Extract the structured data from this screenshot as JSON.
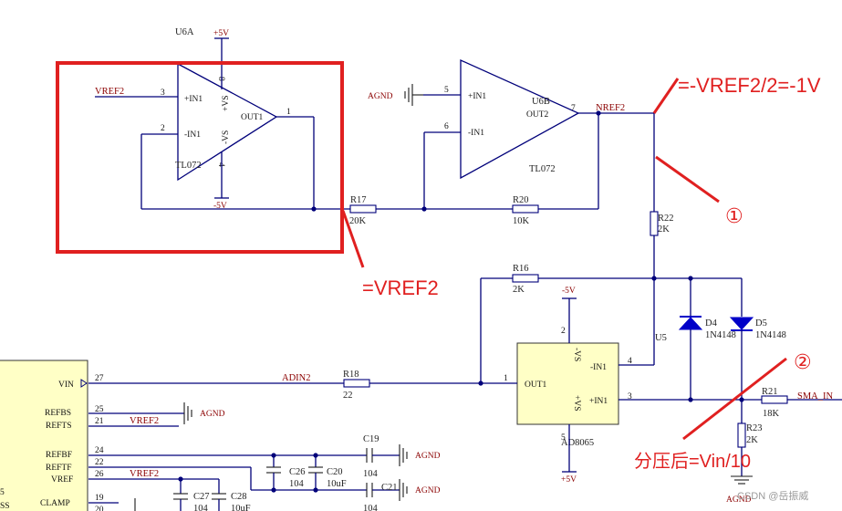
{
  "components": {
    "u6a": {
      "designator": "U6A",
      "part": "TL072",
      "pins": {
        "in_p_num": "3",
        "in_p": "+IN1",
        "in_n_num": "2",
        "in_n": "-IN1",
        "out_num": "1",
        "out": "OUT1",
        "vp_num": "8",
        "vp": "+VS",
        "vn_num": "4",
        "vn": "-VS"
      }
    },
    "u6b": {
      "designator": "U6B",
      "part": "TL072",
      "pins": {
        "in_p_num": "5",
        "in_p": "+IN1",
        "in_n_num": "6",
        "in_n": "-IN1",
        "out_num": "7",
        "out": "OUT2"
      }
    },
    "u5": {
      "designator": "U5",
      "part": "AD8065",
      "pins": {
        "out_num": "1",
        "out": "OUT1",
        "in_n_num": "4",
        "in_n": "-IN1",
        "in_p_num": "3",
        "in_p": "+IN1",
        "vn_num": "2",
        "vn": "-VS",
        "vp_num": "5",
        "vp": "+VS"
      }
    },
    "r17": {
      "designator": "R17",
      "value": "20K"
    },
    "r20": {
      "designator": "R20",
      "value": "10K"
    },
    "r22": {
      "designator": "R22",
      "value": "2K"
    },
    "r16": {
      "designator": "R16",
      "value": "2K"
    },
    "r18": {
      "designator": "R18",
      "value": "22"
    },
    "r21": {
      "designator": "R21",
      "value": "18K"
    },
    "r23": {
      "designator": "R23",
      "value": "2K"
    },
    "d4": {
      "designator": "D4",
      "part": "1N4148"
    },
    "d5": {
      "designator": "D5",
      "part": "1N4148"
    },
    "c19": {
      "designator": "C19",
      "value": "104"
    },
    "c20": {
      "designator": "C20",
      "value": "10uF"
    },
    "c21": {
      "designator": "C21",
      "value": "104"
    },
    "c26": {
      "designator": "C26",
      "value": "104"
    },
    "c27": {
      "designator": "C27",
      "value": "104"
    },
    "c28": {
      "designator": "C28",
      "value": "10uF"
    }
  },
  "power": {
    "p5v": "+5V",
    "m5v": "-5V",
    "agnd": "AGND",
    "agnd_trunc": "AGND"
  },
  "nets": {
    "vref2": "VREF2",
    "nref2": "NREF2",
    "adin2": "ADIN2",
    "sma_in": "SMA_IN"
  },
  "adc_pins": [
    {
      "name": "VIN",
      "num": "27",
      "net": "ADIN2"
    },
    {
      "name": "REFBS",
      "num": "25",
      "net": "AGND"
    },
    {
      "name": "REFTS",
      "num": "21",
      "net": "VREF2"
    },
    {
      "name": "REFBF",
      "num": "24",
      "net": ""
    },
    {
      "name": "REFTF",
      "num": "22",
      "net": ""
    },
    {
      "name": "VREF",
      "num": "26",
      "net": "VREF2"
    },
    {
      "name": "CLAMP",
      "num": "19",
      "net": ""
    }
  ],
  "adc_partial": {
    "pin20": "20",
    "left_char_top": "5",
    "left_char_bottom": "SS"
  },
  "annotations": {
    "nref_eq": "=-VREF2/2=-1V",
    "vref_eq": "=VREF2",
    "divider": "分压后=Vin/10",
    "mark1": "①",
    "mark2": "②"
  },
  "watermark": "CSDN @岳振威",
  "colors": {
    "wire": "#00007a",
    "net_label": "#8b0000",
    "annotation": "#e02020",
    "chip_fill": "#ffffc6",
    "diode": "#0000c8"
  }
}
